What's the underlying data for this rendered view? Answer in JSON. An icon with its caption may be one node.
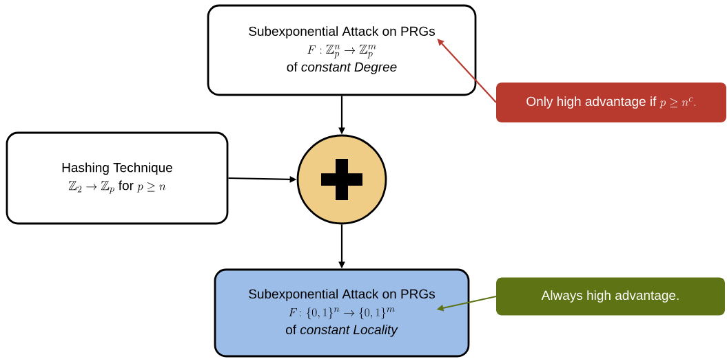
{
  "diagram": {
    "nodes": [
      {
        "text": [
          "Subexponential Attack on PRGs",
          "F : \\mathbb{Z}_p^n \\to \\mathbb{Z}_p^m",
          "of *constant Degree*"
        ]
      },
      {
        "text": [
          "Hashing Technique",
          "\\mathbb{Z}_2 \\to \\mathbb{Z}_p",
          "for",
          "p \\geq n"
        ]
      },
      {
        "text": [],
        "shape": "circle"
      },
      {
        "text": [
          "Subexponential Attack on PRGs",
          "F\\colon \\{0,1\\}^n \\to \\{0,1\\}^m",
          "of *constant Locality*"
        ]
      },
      {
        "text": [
          "Only high advantage if",
          "p \\geq n^{c}."
        ]
      },
      {
        "text": [
          "Always high advantage."
        ]
      }
    ],
    "edges": [
      {
        "from": 0,
        "to": 2,
        "arrow": "to"
      },
      {
        "from": 1,
        "to": 2,
        "arrow": "to"
      },
      {
        "from": 2,
        "to": 3,
        "arrow": "to"
      },
      {
        "from": 4,
        "to": 0,
        "arrow": "to",
        "color": "#b83a2f"
      },
      {
        "from": 5,
        "to": 3,
        "arrow": "to",
        "color": "#5e7314"
      }
    ]
  }
}
